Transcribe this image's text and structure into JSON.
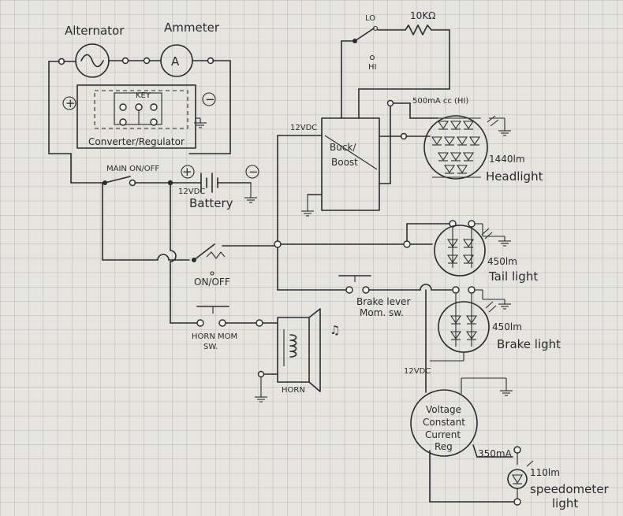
{
  "labels": {
    "alternator": "Alternator",
    "ammeter": "Ammeter",
    "ammeter_symbol": "A",
    "key": "KEY",
    "converter": "Converter/Regulator",
    "main_switch": "MAIN ON/OFF",
    "battery_spec": "12VDC",
    "battery": "Battery",
    "on_off": "ON/OFF",
    "horn_switch_1": "HORN MOM",
    "horn_switch_2": "SW.",
    "horn": "HORN",
    "lo": "LO",
    "hi": "HI",
    "resistor": "10KΩ",
    "current_note": "500mA cc (HI)",
    "input_12v_top": "12VDC",
    "buck_1": "Buck/",
    "buck_2": "Boost",
    "headlight_lm": "1440lm",
    "headlight": "Headlight",
    "tail_lm": "450lm",
    "tail": "Tail light",
    "brake_lever_1": "Brake lever",
    "brake_lever_2": "Mom. sw.",
    "brake_lm": "450lm",
    "brake": "Brake light",
    "input_12v_bottom": "12VDC",
    "cc_1": "Voltage",
    "cc_2": "Constant",
    "cc_3": "Current",
    "cc_4": "Reg",
    "speedo_ma": "350mA",
    "speedo_lm": "110lm",
    "speedo_1": "speedometer",
    "speedo_2": "light",
    "plus": "+",
    "minus": "−",
    "music_note": "♫"
  }
}
